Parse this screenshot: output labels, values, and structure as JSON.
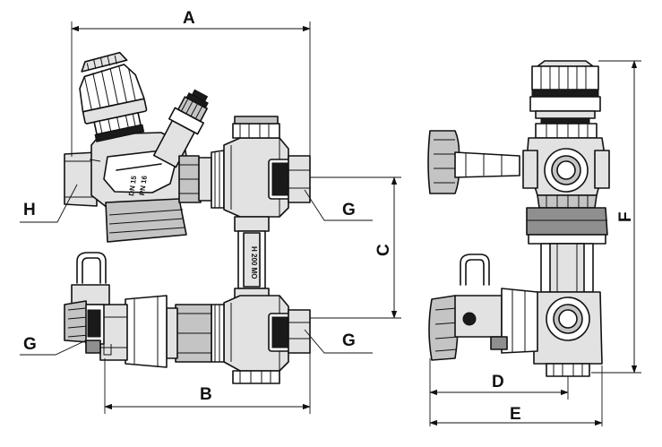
{
  "dimensions": {
    "A": "A",
    "B": "B",
    "C": "C",
    "D": "D",
    "E": "E",
    "F": "F",
    "G": "G",
    "H": "H"
  },
  "markings": {
    "dn": "DN 15",
    "pn": "PN 16",
    "tube": "H 200 MO"
  }
}
